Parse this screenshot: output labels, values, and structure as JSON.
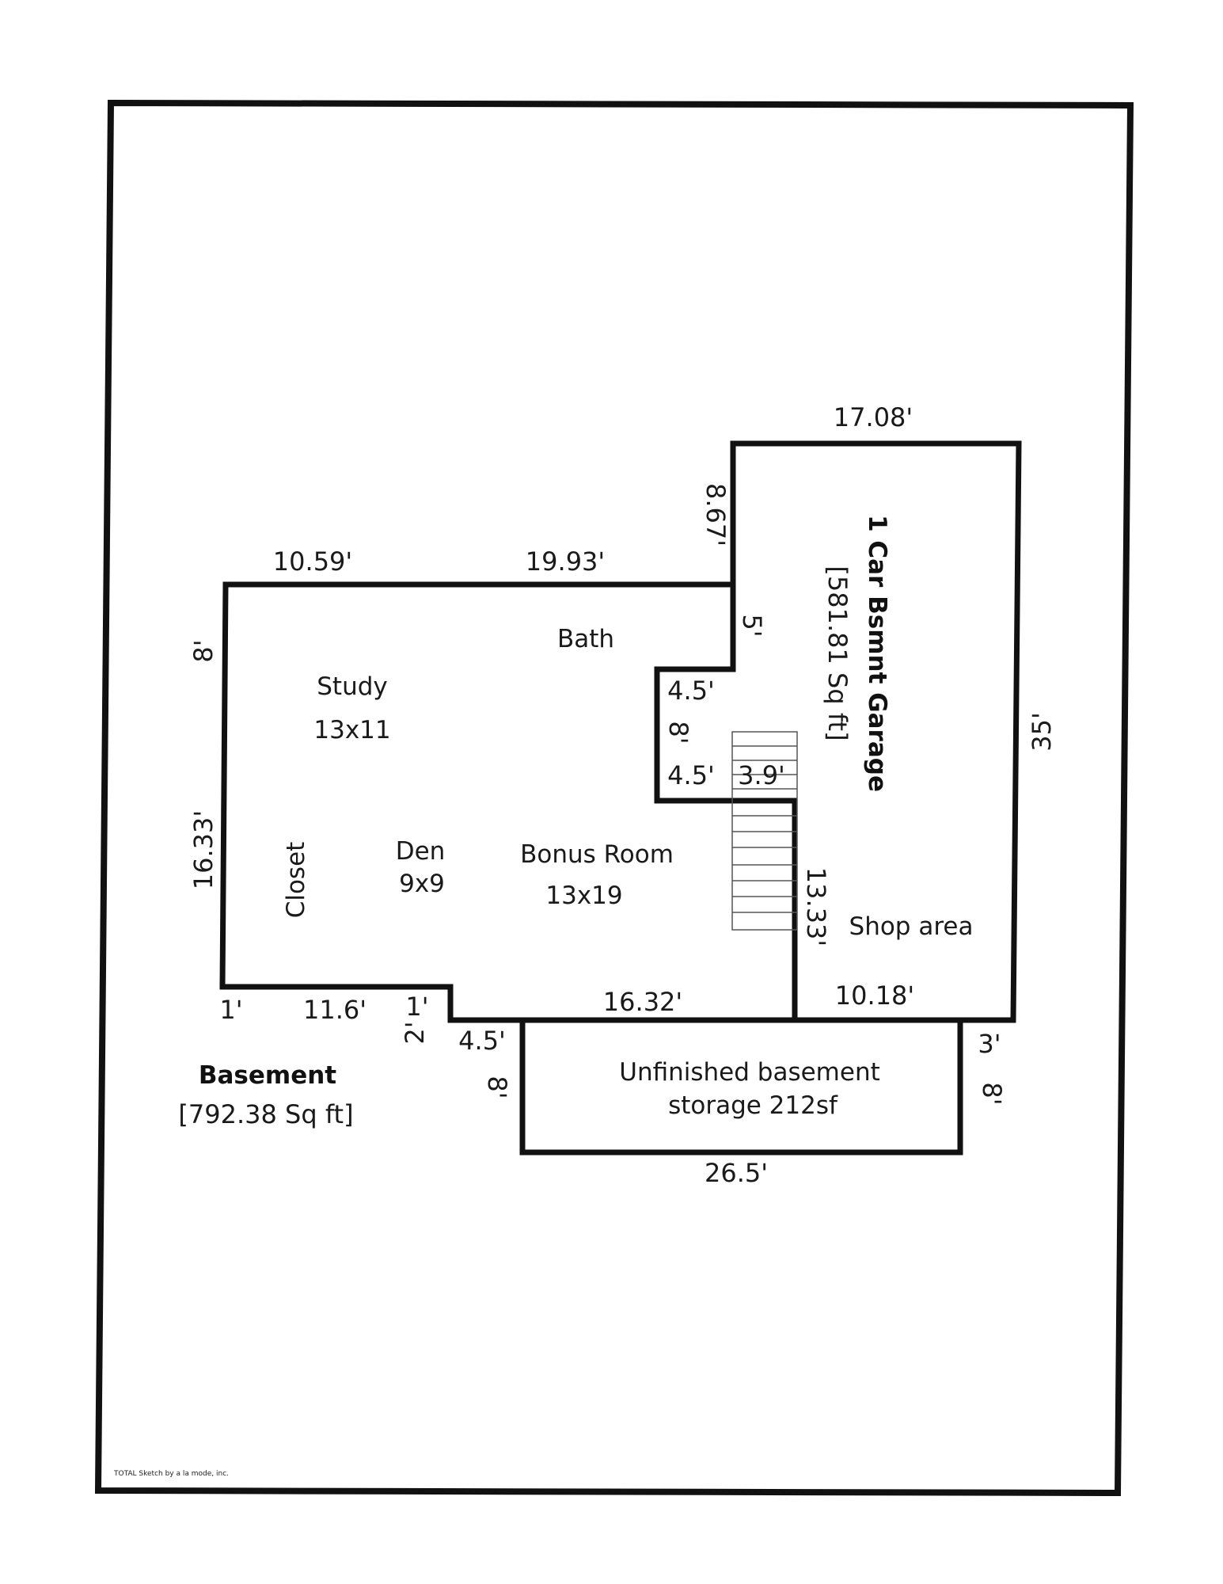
{
  "areas": {
    "basement": {
      "title": "Basement",
      "area": "[792.38 Sq ft]"
    },
    "garage": {
      "title": "1 Car Bsmnt Garage",
      "area": "[581.81 Sq ft]"
    }
  },
  "rooms": {
    "bath": "Bath",
    "study": "Study",
    "study_size": "13x11",
    "closet": "Closet",
    "den": "Den",
    "den_size": "9x9",
    "bonus": "Bonus Room",
    "bonus_size": "13x19",
    "shop": "Shop area",
    "storage_line1": "Unfinished basement",
    "storage_line2": "storage 212sf"
  },
  "dimensions": {
    "garage_top": "17.08'",
    "garage_left_upper": "8.67'",
    "main_top_left": "10.59'",
    "main_top_right": "19.93'",
    "left_upper": "8'",
    "left_lower": "16.33'",
    "notch_vertical": "5'",
    "notch_top": "4.5'",
    "notch_side": "8'",
    "notch_bottom": "4.5'",
    "stair_width": "3.9'",
    "garage_right": "35'",
    "stair_wall": "13.33'",
    "bottom_1": "1'",
    "bottom_11": "11.6'",
    "bottom_1b": "1'",
    "step_2": "2'",
    "step_45": "4.5'",
    "bottom_1632": "16.32'",
    "bottom_1018": "10.18'",
    "storage_left": "8'",
    "storage_right_top": "3'",
    "storage_right": "8'",
    "storage_bottom": "26.5'"
  },
  "credit": "TOTAL Sketch by a la mode, inc."
}
